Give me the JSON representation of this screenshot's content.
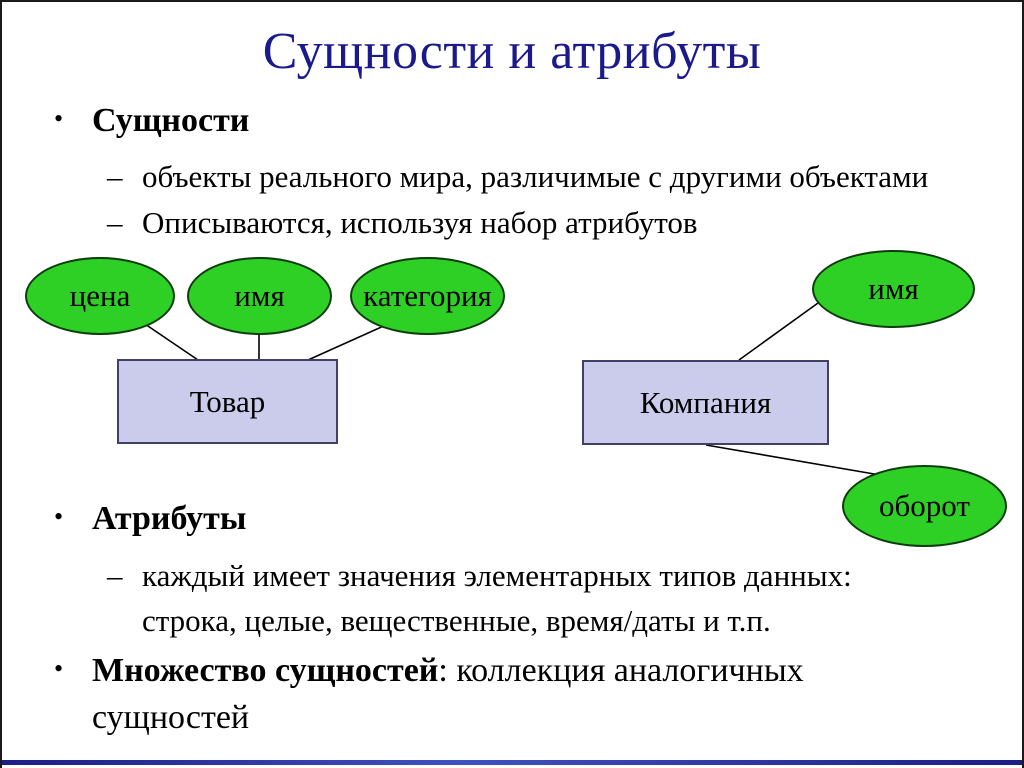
{
  "slide": {
    "title": "Сущности и атрибуты",
    "bullet_glyph": "•",
    "dash_glyph": "–",
    "bullet1": "Сущности",
    "sub1": "объекты реального мира, различимые с другими объектами",
    "sub2": "Описываются, используя набор атрибутов",
    "bullet2": "Атрибуты",
    "sub3_line1": "каждый имеет значения элементарных типов данных:",
    "sub3_line2": "строка, целые, вещественные, время/даты и т.п.",
    "bullet3_bold": "Множество сущностей",
    "bullet3_rest": ": коллекция аналогичных",
    "bullet3_line2": "сущностей"
  },
  "diagram": {
    "entities": [
      {
        "label": "Товар"
      },
      {
        "label": "Компания"
      }
    ],
    "attributes": [
      {
        "label": "цена",
        "of": "Товар"
      },
      {
        "label": "имя",
        "of": "Товар"
      },
      {
        "label": "категория",
        "of": "Товар"
      },
      {
        "label": "имя",
        "of": "Компания"
      },
      {
        "label": "оборот",
        "of": "Компания"
      }
    ]
  },
  "colors": {
    "title_text": "#1a1a8c",
    "body_text": "#000000",
    "attribute_fill": "#2fd026",
    "attribute_stroke": "#0c3d0c",
    "entity_fill": "#cbcbec",
    "entity_stroke": "#40406a",
    "connector": "#000000",
    "slide_border": "#1a1a1a",
    "footer_bar": "#1d1d86"
  }
}
